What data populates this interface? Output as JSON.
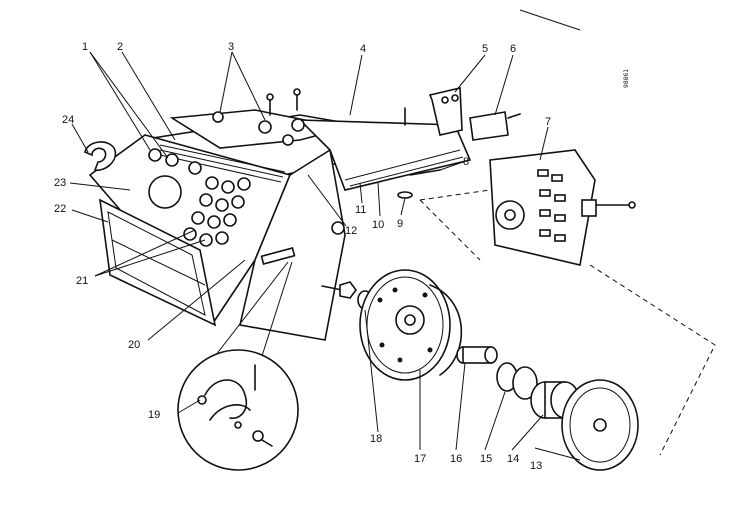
{
  "callouts": [
    "1",
    "2",
    "3",
    "4",
    "5",
    "6",
    "7",
    "8",
    "9",
    "10",
    "11",
    "12",
    "13",
    "14",
    "15",
    "16",
    "17",
    "18",
    "19",
    "20",
    "21",
    "22",
    "23",
    "24"
  ],
  "corner_mark": "98861"
}
